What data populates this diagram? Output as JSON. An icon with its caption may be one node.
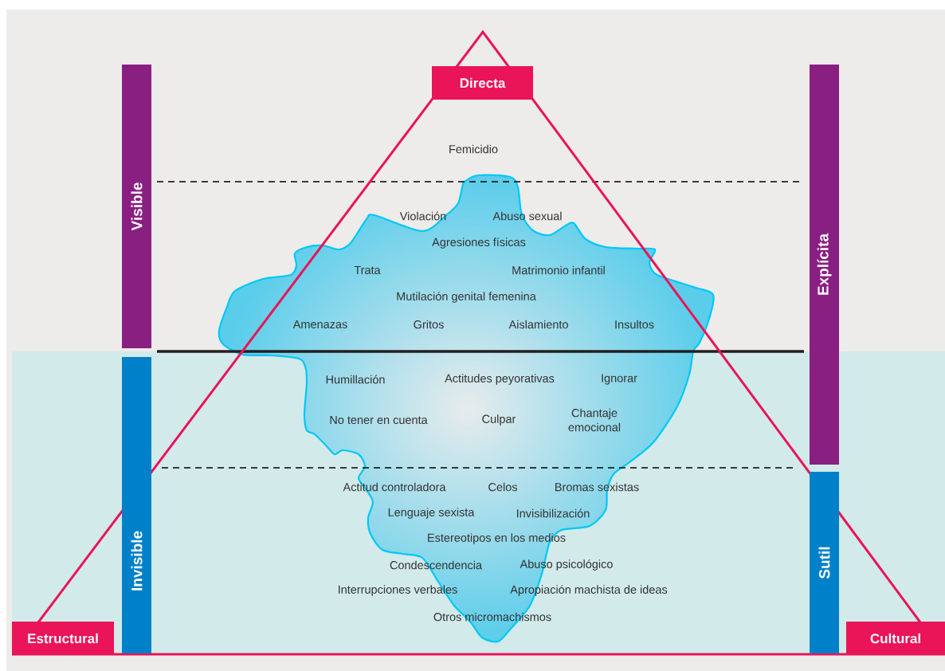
{
  "diagram": {
    "nodes": [
      {
        "text": [
          "Directa"
        ]
      },
      {
        "text": [
          "Visible"
        ]
      },
      {
        "text": [
          "Explícita"
        ]
      },
      {
        "text": [
          "Invisible"
        ]
      },
      {
        "text": [
          "Sutil"
        ]
      },
      {
        "text": [
          "Estructural"
        ]
      },
      {
        "text": [
          "Cultural"
        ]
      }
    ],
    "labels": [
      "Femicidio",
      "Violación",
      "Abuso sexual",
      "Agresiones físicas",
      "Trata",
      "Matrimonio infantil",
      "Mutilación genital femenina",
      "Amenazas",
      "Gritos",
      "Aislamiento",
      "Insultos",
      "Humillación",
      "Actitudes peyorativas",
      "Ignorar",
      "No tener en cuenta",
      "Culpar",
      "Chantaje emocional",
      "Actitud controladora",
      "Celos",
      "Bromas sexistas",
      "Lenguaje sexista",
      "Invisibilización",
      "Estereotipos en los medios",
      "Condescendencia",
      "Abuso psicológico",
      "Interrupciones verbales",
      "Apropiación machista de ideas",
      "Otros micromachismos"
    ]
  }
}
